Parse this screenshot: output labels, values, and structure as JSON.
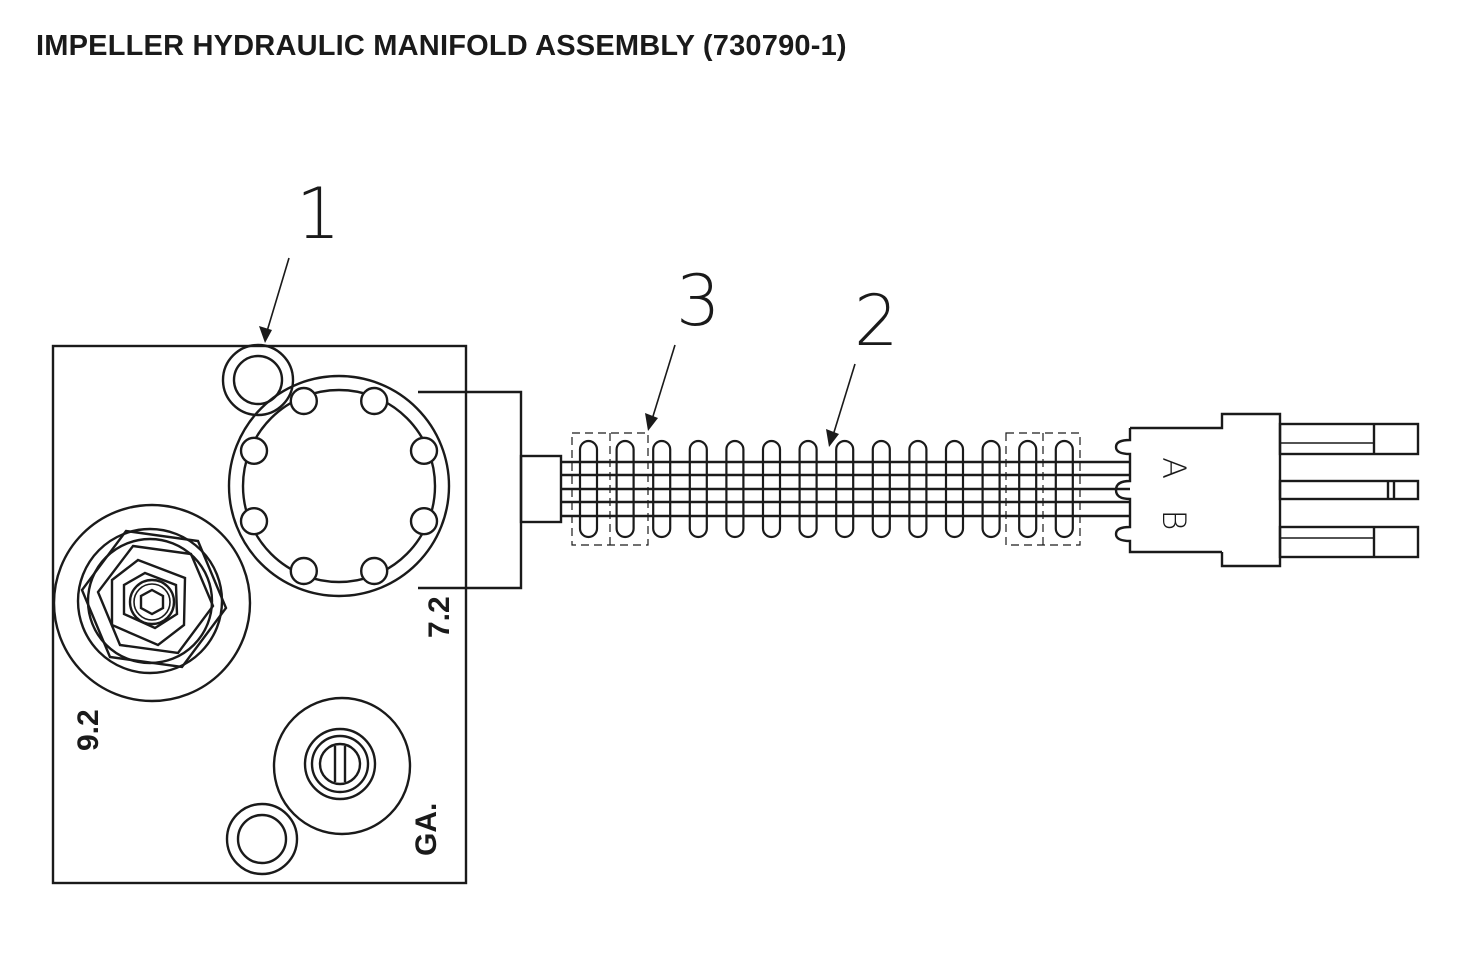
{
  "title": "IMPELLER HYDRAULIC MANIFOLD ASSEMBLY (730790-1)",
  "callouts": {
    "manifold": "1",
    "harness": "2",
    "sleeve": "3"
  },
  "port_markings": {
    "port_72": "7.2",
    "port_92": "9.2",
    "gauge": "GA."
  },
  "connector_pins": {
    "pin_a": "A",
    "pin_b": "B"
  }
}
